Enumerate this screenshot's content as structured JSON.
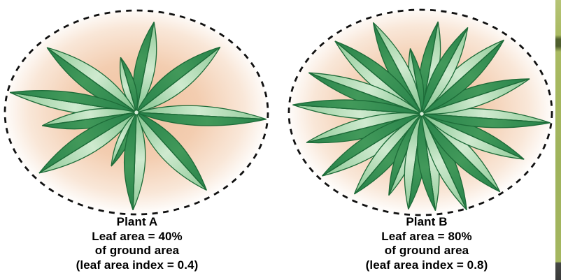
{
  "figure": {
    "plants": [
      {
        "name": "Plant A",
        "label": {
          "line1": "Plant A",
          "line2": "Leaf area = 40%",
          "line3": "of ground area",
          "line4": "(leaf area index = 0.4)"
        },
        "leaf_area_percent": "40%",
        "leaf_area_index": "0.4",
        "leaves": [
          {
            "angle": 79,
            "length": 132,
            "width": 28,
            "flip": false
          },
          {
            "angle": 106,
            "length": 82,
            "width": 18,
            "flip": true
          },
          {
            "angle": 144,
            "length": 158,
            "width": 32,
            "flip": false
          },
          {
            "angle": 171,
            "length": 183,
            "width": 28,
            "flip": true
          },
          {
            "angle": 188,
            "length": 136,
            "width": 26,
            "flip": false
          },
          {
            "angle": 212,
            "length": 164,
            "width": 32,
            "flip": true
          },
          {
            "angle": 245,
            "length": 85,
            "width": 16,
            "flip": false
          },
          {
            "angle": 268,
            "length": 140,
            "width": 30,
            "flip": true
          },
          {
            "angle": 312,
            "length": 150,
            "width": 32,
            "flip": false
          },
          {
            "angle": 357,
            "length": 186,
            "width": 28,
            "flip": true
          },
          {
            "angle": 38,
            "length": 152,
            "width": 32,
            "flip": false
          }
        ]
      },
      {
        "name": "Plant B",
        "label": {
          "line1": "Plant B",
          "line2": "Leaf area = 80%",
          "line3": "of ground area",
          "line4": "(leaf area index = 0.8)"
        },
        "leaf_area_percent": "80%",
        "leaf_area_index": "0.8",
        "leaves": [
          {
            "angle": 80,
            "length": 134,
            "width": 26,
            "flip": false
          },
          {
            "angle": 100,
            "length": 95,
            "width": 18,
            "flip": true
          },
          {
            "angle": 118,
            "length": 148,
            "width": 28,
            "flip": false
          },
          {
            "angle": 140,
            "length": 162,
            "width": 30,
            "flip": true
          },
          {
            "angle": 160,
            "length": 172,
            "width": 28,
            "flip": false
          },
          {
            "angle": 176,
            "length": 185,
            "width": 26,
            "flip": true
          },
          {
            "angle": 194,
            "length": 170,
            "width": 28,
            "flip": false
          },
          {
            "angle": 212,
            "length": 168,
            "width": 30,
            "flip": true
          },
          {
            "angle": 230,
            "length": 150,
            "width": 28,
            "flip": false
          },
          {
            "angle": 248,
            "length": 126,
            "width": 24,
            "flip": true
          },
          {
            "angle": 262,
            "length": 138,
            "width": 28,
            "flip": false
          },
          {
            "angle": 278,
            "length": 140,
            "width": 28,
            "flip": true
          },
          {
            "angle": 295,
            "length": 152,
            "width": 28,
            "flip": false
          },
          {
            "angle": 315,
            "length": 158,
            "width": 30,
            "flip": true
          },
          {
            "angle": 336,
            "length": 160,
            "width": 28,
            "flip": false
          },
          {
            "angle": 356,
            "length": 184,
            "width": 26,
            "flip": true
          },
          {
            "angle": 18,
            "length": 162,
            "width": 28,
            "flip": false
          },
          {
            "angle": 42,
            "length": 158,
            "width": 30,
            "flip": true
          },
          {
            "angle": 62,
            "length": 140,
            "width": 26,
            "flip": false
          }
        ]
      }
    ],
    "colors": {
      "ground_center": "#f0c2a0",
      "ground_edge": "#fffdfb",
      "ellipse_border": "#111111",
      "leaf_dark": "#2e8b4c",
      "leaf_mid": "#4aa05e",
      "leaf_light": "#9ed2a4",
      "leaf_highlight": "#d8eed8",
      "leaf_outline": "#1d6b38",
      "label_text": "#000000",
      "edge_strip_green": "#a9ba62",
      "edge_strip_dark_band": "#51612f",
      "edge_strip_bottom": "#3a3a3a"
    }
  }
}
